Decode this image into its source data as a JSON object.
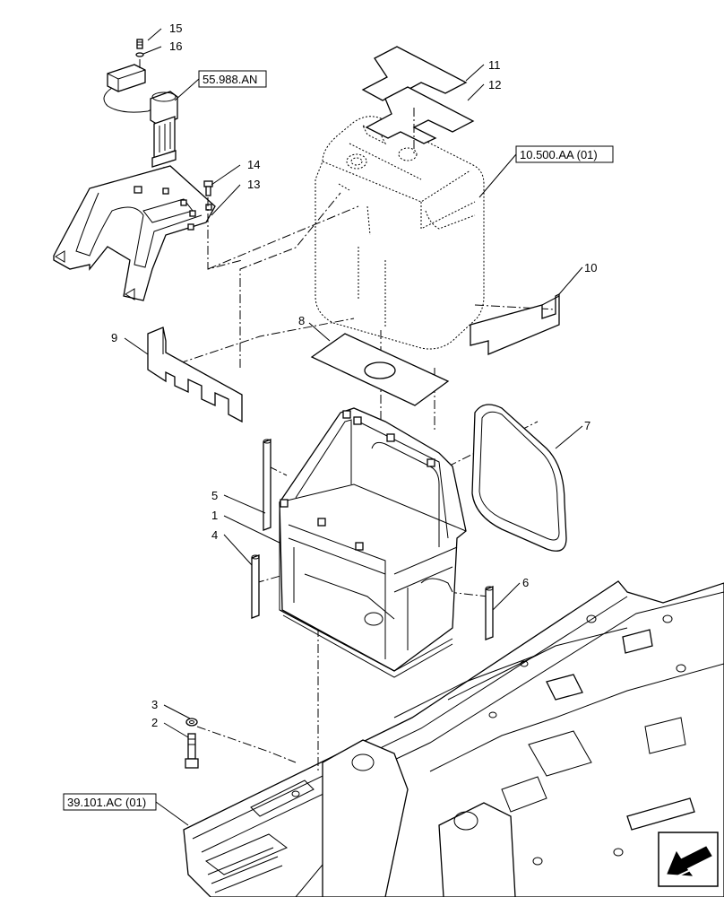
{
  "callouts": {
    "c1": "1",
    "c2": "2",
    "c3": "3",
    "c4": "4",
    "c5": "5",
    "c6": "6",
    "c7": "7",
    "c8": "8",
    "c9": "9",
    "c10": "10",
    "c11": "11",
    "c12": "12",
    "c13": "13",
    "c14": "14",
    "c15": "15",
    "c16": "16"
  },
  "references": {
    "fuel_sender": "55.988.AN",
    "fuel_tank": "10.500.AA (01)",
    "chassis": "39.101.AC (01)"
  },
  "nav": {
    "icon": "arrow-icon"
  }
}
